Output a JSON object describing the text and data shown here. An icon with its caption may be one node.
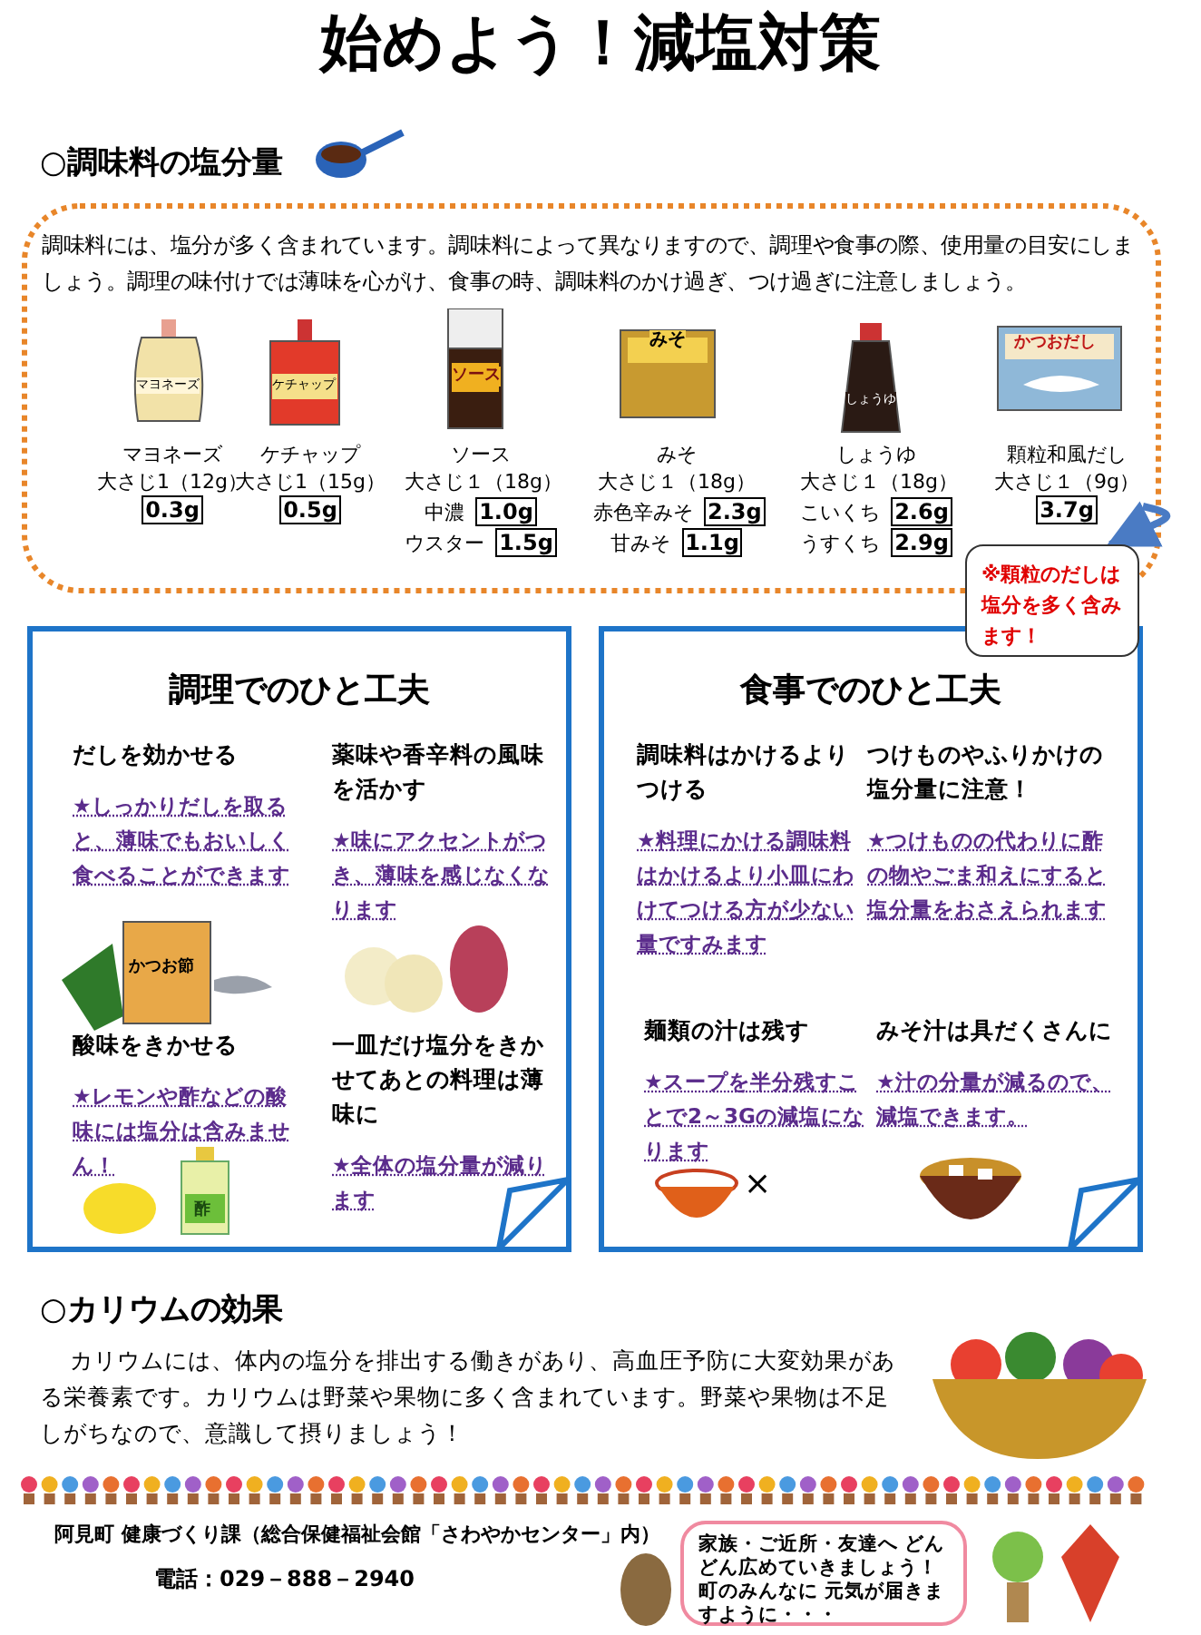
{
  "diagram": {
    "title": "始めよう！減塩対策",
    "nodes": [
      {
        "text": [
          "調味料には、塩分が多く含まれています。調味料によって異なりますので、調理や食事の際、使用量の目安にしましょう。調理の味付けでは薄味を心がけ、食事の時、調味料のかけ過ぎ、つけ過ぎに注意しましょう。"
        ]
      },
      {
        "text": [
          "マヨネーズ",
          "大さじ1（12g）",
          "0.3g"
        ],
        "in": 0
      },
      {
        "text": [
          "ケチャップ",
          "大さじ1（15g）",
          "0.5g"
        ],
        "in": 0
      },
      {
        "text": [
          "ソース",
          "大さじ１（18g）",
          "中濃",
          "1.0g",
          "ウスター",
          "1.5g"
        ],
        "in": 0
      },
      {
        "text": [
          "みそ",
          "大さじ１（18g）",
          "赤色辛みそ",
          "2.3g",
          "甘みそ",
          "1.1g"
        ],
        "in": 0
      },
      {
        "text": [
          "しょうゆ",
          "大さじ１（18g）",
          "こいくち",
          "2.6g",
          "うすくち",
          "2.9g"
        ],
        "in": 0
      },
      {
        "text": [
          "顆粒和風だし",
          "大さじ１（9g）",
          "3.7g"
        ],
        "in": 0
      },
      {
        "text": [
          "※顆粒のだしは塩分を多く含みます！"
        ]
      },
      {
        "text": [
          "調理でのひと工夫"
        ]
      },
      {
        "text": [
          "だしを効かせる",
          "★しっかりだしを取ると、薄味でもおいしく食べることができます"
        ],
        "in": 8
      },
      {
        "text": [
          "薬味や香辛料の風味を活かす",
          "★味にアクセントがつき、薄味を感じなくなります"
        ],
        "in": 8
      },
      {
        "text": [
          "酸味をきかせる",
          "★レモンや酢などの酸味には塩分は含みません！"
        ],
        "in": 8
      },
      {
        "text": [
          "一皿だけ塩分をきかせてあとの料理は薄味に",
          "★全体の塩分量が減ります"
        ],
        "in": 8
      },
      {
        "text": [
          "食事でのひと工夫"
        ]
      },
      {
        "text": [
          "調味料はかけるよりつける",
          "★料理にかける調味料はかけるより小皿にわけてつける方が少ない量ですみます"
        ],
        "in": 13
      },
      {
        "text": [
          "つけものやふりかけの塩分量に注意！",
          "★つけものの代わりに酢の物やごま和えにすると塩分量をおさえられます"
        ],
        "in": 13
      },
      {
        "text": [
          "麺類の汁は残す",
          "★スープを半分残すことで2～3Gの減塩になります"
        ],
        "in": 13
      },
      {
        "text": [
          "みそ汁は具だくさんに",
          "★汁の分量が減るので、減塩できます。"
        ],
        "in": 13
      },
      {
        "text": [
          "家族・ご近所・友達へ どんどん広めていきましょう！町のみんなに 元気が届きますように・・・"
        ]
      }
    ],
    "edges": [
      {
        "from": 6,
        "to": 7,
        "arrow": "to"
      }
    ],
    "labels": [
      "○調味料の塩分量",
      "マヨネーズ",
      "ケチャップ",
      "ソース",
      "みそ",
      "しょうゆ",
      "かつおだし",
      "かつお節",
      "酢",
      "×",
      "○カリウムの効果",
      "カリウムには、体内の塩分を排出する働きがあり、高血圧予防に大変効果がある栄養素です。カリウムは野菜や果物に多く含まれています。野菜や果物は不足しがちなので、意識して摂りましょう！",
      "阿見町 健康づくり課（総合保健福祉会館「さわやかセンター」内）",
      "電話：029－888－2940"
    ]
  }
}
